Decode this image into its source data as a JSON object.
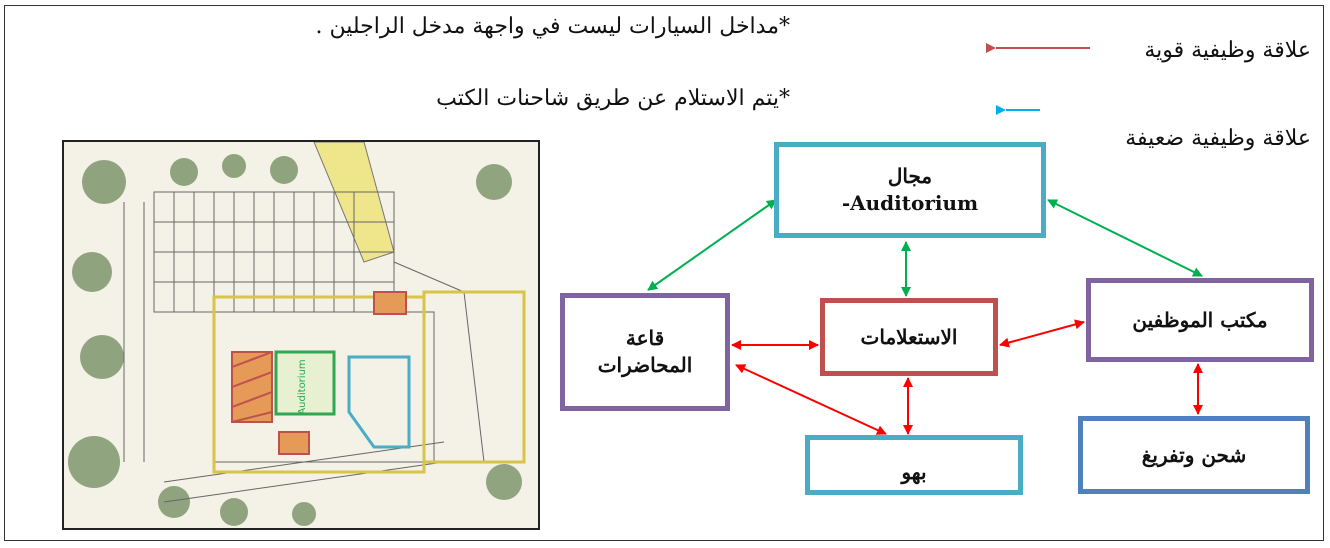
{
  "notes": {
    "car_entrances": "*مداخل السيارات ليست في واجهة مدخل الراجلين .",
    "receiving": "*يتم الاستلام عن طريق شاحنات الكتب"
  },
  "legend": {
    "strong": "علاقة وظيفية قوية",
    "weak": "علاقة وظيفية ضعيفة",
    "strong_color": "#c0504d",
    "weak_color": "#00b0f0"
  },
  "nodes": {
    "auditorium": {
      "line1": "مجال",
      "line2": "Auditorium-"
    },
    "inquiries": "الاستعلامات",
    "lecture_hall": {
      "line1": "قاعة",
      "line2": "المحاضرات"
    },
    "staff_office": "مكتب الموظفين",
    "shipping": "شحن وتفريغ",
    "lobby": "بهو"
  },
  "map_labels": {
    "auditorium": "Auditorium"
  },
  "colors": {
    "auditorium_border": "#4bacc6",
    "inquiries_border": "#c0504d",
    "lecture_border": "#8064a2",
    "staff_border": "#8064a2",
    "shipping_border": "#4f81bd",
    "lobby_border": "#4bacc6",
    "green_arrow": "#00b050",
    "red_arrow": "#ff0000"
  }
}
